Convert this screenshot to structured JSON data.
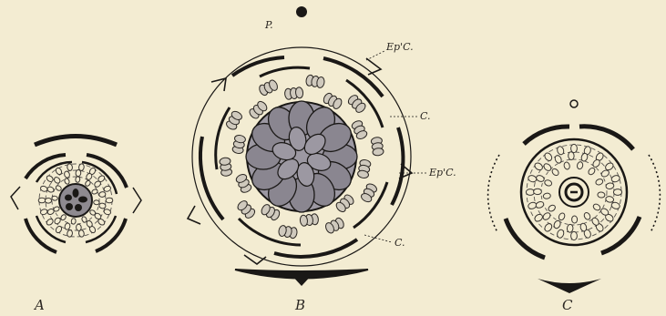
{
  "figure": {
    "background": "#f3ecd2",
    "ink": "#1a1816",
    "ovary_fill": "#8e8a90",
    "carpel_fill": "#9c98a2",
    "panels": {
      "a": {
        "caption": "A"
      },
      "b": {
        "caption": "B",
        "labels": {
          "p": "P.",
          "epc_top": "Ep'C.",
          "c_top": "C.",
          "epc_mid": "Ep'C.",
          "c_bottom": "C."
        }
      },
      "c": {
        "caption": "C"
      }
    }
  }
}
